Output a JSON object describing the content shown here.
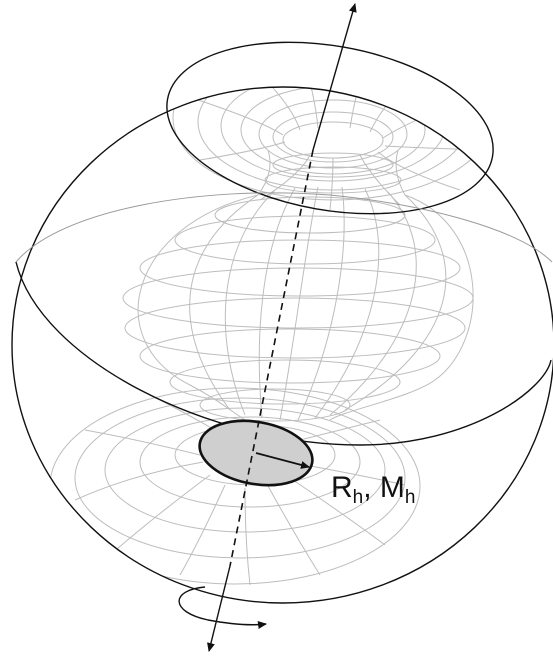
{
  "figure": {
    "label": {
      "r": "R",
      "r_sub": "h",
      "sep": ", ",
      "m": "M",
      "m_sub": "h"
    }
  },
  "colors": {
    "outline": "#111111",
    "mesh": "#bdbdbd",
    "throat_fill": "#cfcfcf",
    "background": "#ffffff"
  },
  "icons": [
    "rotation-axis-arrow",
    "rotation-direction-arrow",
    "radius-arrow"
  ]
}
